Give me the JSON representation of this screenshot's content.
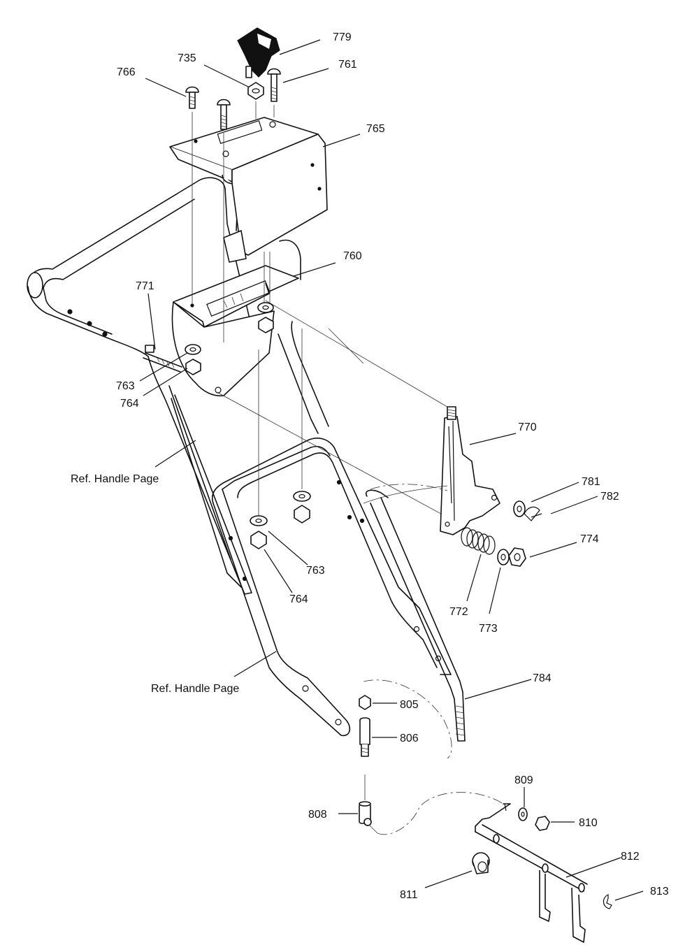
{
  "diagram": {
    "parts": [
      {
        "id": "766",
        "label": "766",
        "name": "carriage-bolt"
      },
      {
        "id": "735",
        "label": "735",
        "name": "nut"
      },
      {
        "id": "779",
        "label": "779",
        "name": "shift-knob"
      },
      {
        "id": "761",
        "label": "761",
        "name": "carriage-bolt"
      },
      {
        "id": "765",
        "label": "765",
        "name": "console-cover"
      },
      {
        "id": "760",
        "label": "760",
        "name": "shift-bracket"
      },
      {
        "id": "771",
        "label": "771",
        "name": "rod"
      },
      {
        "id": "763a",
        "label": "763",
        "name": "washer"
      },
      {
        "id": "764a",
        "label": "764",
        "name": "nut"
      },
      {
        "id": "770",
        "label": "770",
        "name": "shift-lever"
      },
      {
        "id": "781",
        "label": "781",
        "name": "washer"
      },
      {
        "id": "782",
        "label": "782",
        "name": "cotter-pin"
      },
      {
        "id": "774",
        "label": "774",
        "name": "lock-nut"
      },
      {
        "id": "772",
        "label": "772",
        "name": "spring"
      },
      {
        "id": "773",
        "label": "773",
        "name": "washer"
      },
      {
        "id": "763b",
        "label": "763",
        "name": "washer"
      },
      {
        "id": "764b",
        "label": "764",
        "name": "nut"
      },
      {
        "id": "784",
        "label": "784",
        "name": "shift-rod"
      },
      {
        "id": "805",
        "label": "805",
        "name": "jam-nut"
      },
      {
        "id": "806",
        "label": "806",
        "name": "ferrule"
      },
      {
        "id": "808",
        "label": "808",
        "name": "swivel"
      },
      {
        "id": "809",
        "label": "809",
        "name": "washer"
      },
      {
        "id": "810",
        "label": "810",
        "name": "nut"
      },
      {
        "id": "812",
        "label": "812",
        "name": "shift-arm"
      },
      {
        "id": "811",
        "label": "811",
        "name": "bushing"
      },
      {
        "id": "813",
        "label": "813",
        "name": "e-clip"
      }
    ],
    "references": [
      {
        "id": "ref-upper",
        "text": "Ref. Handle Page"
      },
      {
        "id": "ref-lower",
        "text": "Ref. Handle Page"
      }
    ]
  }
}
